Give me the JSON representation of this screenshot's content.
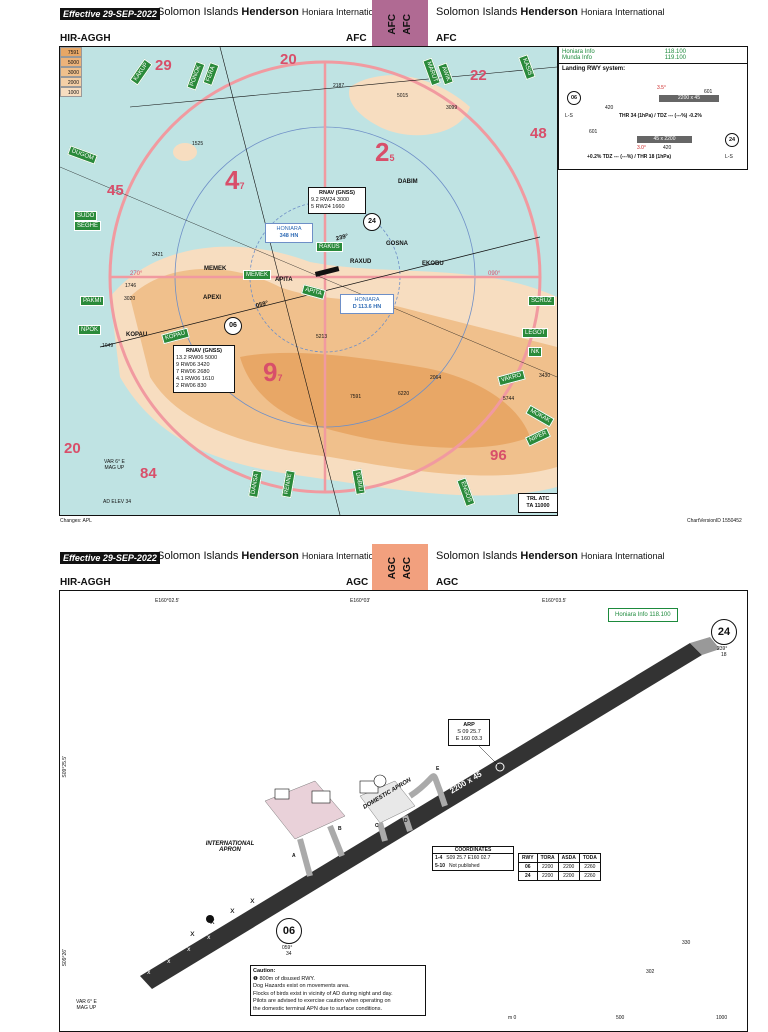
{
  "chart1": {
    "effective": "Effective 29-SEP-2022",
    "title_country": "Solomon Islands",
    "title_city": "Henderson",
    "title_airport": "Honiara International",
    "icao": "HIR-AGGH",
    "chart_code": "AFC",
    "comms": [
      {
        "name": "Honiara Info",
        "freq": "118.100"
      },
      {
        "name": "Munda Info",
        "freq": "119.100"
      }
    ],
    "landing_label": "Landing RWY system:",
    "rwy06": "06",
    "rwy24": "24",
    "rwy_dims": "2200 x 45",
    "rwy_dims_rev": "45 x 2200",
    "glide": "3.5°",
    "glide2": "3.0°",
    "thr34": "THR 34 (1hPa) / TDZ --- (---%) -0.2%",
    "thr18": "+0.2% TDZ --- (---%) / THR 18 (1hPa)",
    "ls": "L-S",
    "n420": "420",
    "n601": "601",
    "legend": [
      "7591",
      "5000",
      "3000",
      "2000",
      "1000"
    ],
    "colors": {
      "map_water": "#bfe3e3",
      "terrain_low": "#f7ddc0",
      "terrain_mid": "#f0c08c",
      "terrain_high": "#e8a766",
      "ring": "#f19aa0",
      "green_label": "#2a8a3a",
      "afc_tab": "#b06a93",
      "agc_tab": "#f2a07e"
    },
    "sectors": [
      {
        "big": "29",
        "small": ""
      },
      {
        "big": "22",
        "small": ""
      },
      {
        "big": "20",
        "small": ""
      },
      {
        "big": "48",
        "small": ""
      },
      {
        "big": "45",
        "small": ""
      },
      {
        "big": "4",
        "small": "7"
      },
      {
        "big": "2",
        "small": "5"
      },
      {
        "big": "9",
        "small": "7"
      },
      {
        "big": "20",
        "small": ""
      },
      {
        "big": "84",
        "small": ""
      },
      {
        "big": "96",
        "small": ""
      }
    ],
    "reporting": [
      "KAKUP",
      "PONOK",
      "FERA",
      "MARUT",
      "AWIK",
      "KASIS",
      "DUGOM",
      "SUDO",
      "SEGHE",
      "RAKUS",
      "PAKMI",
      "MEMEK",
      "NPOK",
      "KOPAU",
      "APITA",
      "SCRUZ",
      "LEGOT",
      "NK",
      "VAKRO",
      "NIPER",
      "MOKAK",
      "ENGOS",
      "DUBILI",
      "DANSA",
      "RENNE",
      "RAXUD"
    ],
    "points": [
      {
        "name": "DABIM"
      },
      {
        "name": "GOSNA"
      },
      {
        "name": "EKOBU"
      },
      {
        "name": "RAXUD"
      },
      {
        "name": "MEMEK"
      },
      {
        "name": "APEXI"
      },
      {
        "name": "KOPAU"
      },
      {
        "name": "APITA"
      }
    ],
    "rnav24": {
      "title": "RNAV (GNSS)",
      "rows": [
        "9.2  RW24  3000",
        "5   RW24  1660"
      ]
    },
    "rnav06": {
      "title": "RNAV (GNSS)",
      "rows": [
        "13.2  RW06  5000",
        "9   RW06  3420",
        "7   RW06  2680",
        "4.1  RW06  1610",
        "2   RW06  830"
      ]
    },
    "vor1": {
      "name": "HONIARA",
      "ident": "348 HN"
    },
    "vor2": {
      "name": "HONIARA",
      "ident": "D 113.6 HN"
    },
    "bearing1": "239°",
    "bearing2": "059°",
    "bearing3": "090°",
    "bearing4": "270°",
    "elev": [
      "7591",
      "3421",
      "1746",
      "3020",
      "1049",
      "5213",
      "6220",
      "2064",
      "3430",
      "5744",
      "1525",
      "2187",
      "5015",
      "3099"
    ],
    "var": "VAR 6° E",
    "magup": "MAG UP",
    "adelev": "AD ELEV 34",
    "trl": "TRL ATC",
    "ta": "TA 11000",
    "changes": "Changes: APL",
    "chartid": "ChartVersionID 1550452"
  },
  "chart2": {
    "effective": "Effective 29-SEP-2022",
    "title_country": "Solomon Islands",
    "title_city": "Henderson",
    "title_airport": "Honiara International",
    "icao": "HIR-AGGH",
    "chart_code": "AGC",
    "info": "Honiara Info 118.100",
    "coords_top": [
      "E160°02.5'",
      "E160°03'",
      "E160°03.5'"
    ],
    "rwy24": "24",
    "rwy06": "06",
    "rwy24_brg": "239°",
    "rwy24_elev": "18",
    "rwy06_brg": "059°",
    "rwy06_elev": "34",
    "rwy_dims": "2200 x 45",
    "arp_label": "ARP",
    "arp_coords": [
      "S 09 25.7",
      "E 160 03.3"
    ],
    "intl_apron": "INTERNATIONAL APRON",
    "dom_apron": "DOMESTIC APRON",
    "taxiways": [
      "A",
      "B",
      "C",
      "D",
      "E"
    ],
    "coords_table": {
      "title": "COORDINATES",
      "rows": [
        [
          "1-4",
          "S09 25.7  E160 02.7"
        ],
        [
          "5-10",
          "Not published"
        ]
      ]
    },
    "dist_table": {
      "head": [
        "RWY",
        "TORA",
        "ASDA",
        "TODA"
      ],
      "rows": [
        [
          "06",
          "2200",
          "2200",
          "2260"
        ],
        [
          "24",
          "2200",
          "2200",
          "2260"
        ]
      ]
    },
    "caution_title": "Caution:",
    "caution_lines": [
      "800m of disused RWY.",
      "Dog Hazards exist on movements area.",
      "Flocks of birds exist in vicinity of AD during night and day.",
      "Pilots are advised to exercise caution when operating on",
      "the domestic terminal APN due to surface conditions."
    ],
    "spot_elev": [
      "330",
      "302"
    ],
    "scale": [
      "m 0",
      "500",
      "1000"
    ],
    "var": "VAR 6° E",
    "magup": "MAG UP",
    "lat_labels": [
      "S09°25.5'",
      "S09°26'"
    ]
  }
}
